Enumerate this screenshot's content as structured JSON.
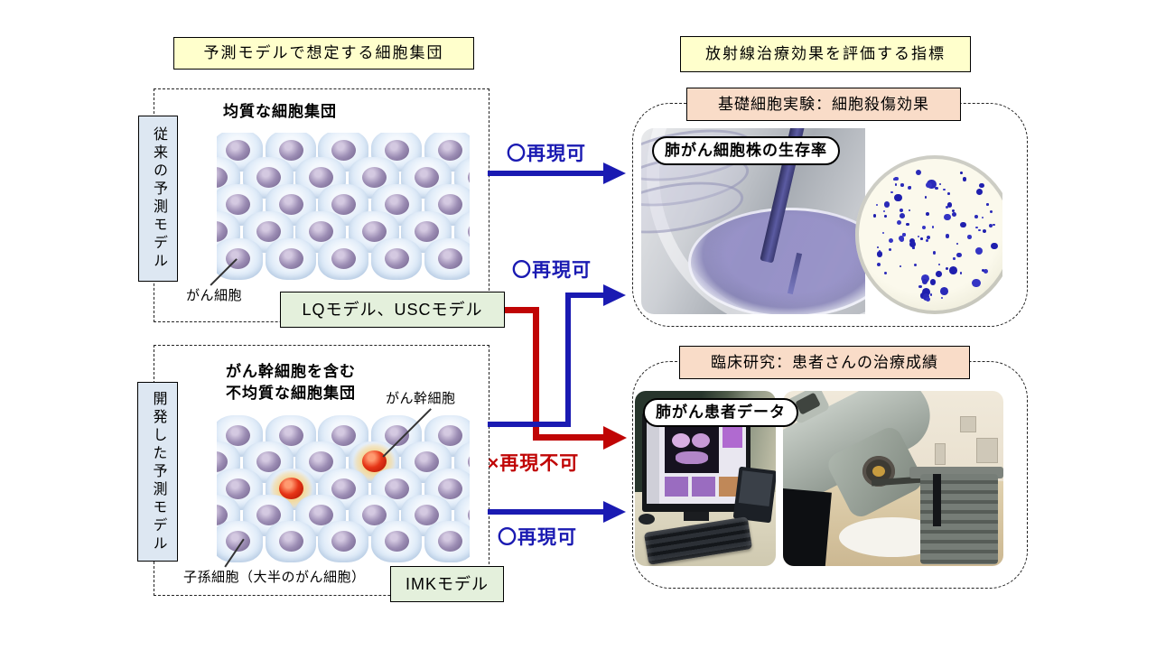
{
  "titles": {
    "left": "予測モデルで想定する細胞集団",
    "right": "放射線治療効果を評価する指標"
  },
  "left_panel": {
    "conventional": {
      "side_label": "従来の予測モデル",
      "grid_title": "均質な細胞集団",
      "cell_label": "がん細胞",
      "model_badge": "LQモデル、USCモデル"
    },
    "developed": {
      "side_label": "開発した予測モデル",
      "grid_title_line1": "がん幹細胞を含む",
      "grid_title_line2": "不均質な細胞集団",
      "stem_cell_label": "がん幹細胞",
      "progeny_label": "子孫細胞（大半のがん細胞）",
      "model_badge": "IMKモデル",
      "stem_cells": [
        [
          1,
          3
        ],
        [
          2,
          1
        ]
      ]
    }
  },
  "arrows": {
    "top": "〇再現可",
    "middle": "〇再現可",
    "cross": "×再現不可",
    "bottom": "〇再現可"
  },
  "right_panel": {
    "experiment": {
      "header": "基礎細胞実験：細胞殺傷効果",
      "photo_label": "肺がん細胞株の生存率"
    },
    "clinical": {
      "header": "臨床研究：患者さんの治療成績",
      "photo_label": "肺がん患者データ"
    }
  },
  "colors": {
    "arrow_blue": "#1a1ab2",
    "arrow_red": "#c00505",
    "title_bg": "#ffffcc",
    "header_bg": "#f9dcc8",
    "model_bg": "#e4f0dc",
    "side_label_bg": "#dde7f2",
    "colony_dot": "#2a2ab8"
  }
}
